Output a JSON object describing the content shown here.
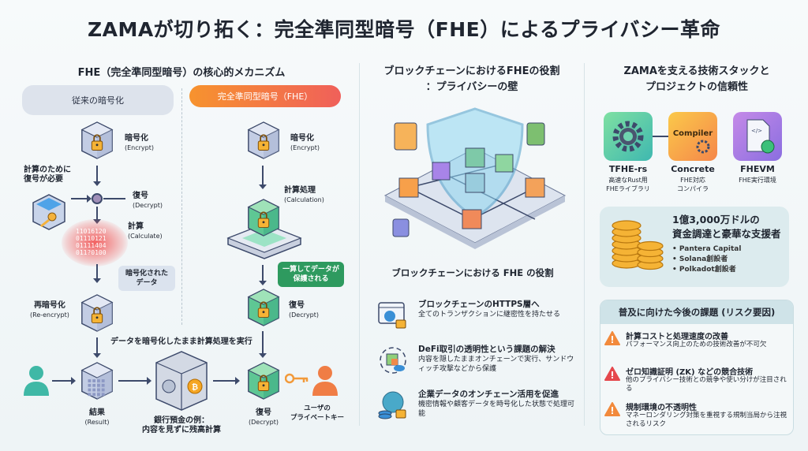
{
  "title": "ZAMAが切り拓く：完全準同型暗号（FHE）によるプライバシー革命",
  "left": {
    "heading": "FHE（完全準同型暗号）の核心的メカニズム",
    "traditional": {
      "pill": "従来の暗号化",
      "encrypt": {
        "ja": "暗号化",
        "en": "(Encrypt)"
      },
      "need_note": [
        "計算のために",
        "復号が必要"
      ],
      "decrypt": {
        "ja": "復号",
        "en": "(Decrypt)"
      },
      "calculate": {
        "ja": "計算",
        "en": "(Calculate)"
      },
      "binary": [
        "11016120",
        "01110121",
        "01111404",
        "011?0100"
      ],
      "bubble": [
        "暗号化された",
        "データ"
      ],
      "reencrypt": {
        "ja": "再暗号化",
        "en": "(Re-encrypt)"
      }
    },
    "fhe": {
      "pill": "完全準同型暗号（FHE）",
      "encrypt": {
        "ja": "暗号化",
        "en": "(Encrypt)"
      },
      "calc": {
        "ja": "計算処理",
        "en": "(Calculation)"
      },
      "bubble": [
        "一算してデータが",
        "保護される"
      ],
      "decrypt": {
        "ja": "復号",
        "en": "(Decrypt)"
      }
    },
    "caption": "データを暗号化したまま計算処理を実行",
    "flow": {
      "result": {
        "ja": "結果",
        "en": "(Result)"
      },
      "bank": [
        "銀行預金の例：",
        "内容を見ずに残高計算"
      ],
      "decrypt": {
        "ja": "復号",
        "en": "(Decrypt)"
      },
      "user_key": [
        "ユーザの",
        "プライベートキー"
      ]
    }
  },
  "middle": {
    "heading": [
      "ブロックチェーンにおけるFHEの役割",
      "：プライバシーの壁"
    ],
    "subheading": "ブロックチェーンにおける FHE の役割",
    "items": [
      {
        "icon": "browser-globe-lock-icon",
        "title": "ブロックチェーンのHTTPS層へ",
        "desc": "全てのトランザクションに継密性を持たせる"
      },
      {
        "icon": "cycle-cube-eye-icon",
        "title": "DeFi取引の透明性という課題の解決",
        "desc": "内容を隠したままオンチェーンで実行、サンドウィッチ攻撃などから保護"
      },
      {
        "icon": "globe-database-lock-icon",
        "title": "企業データのオンチェーン活用を促進",
        "desc": "機密情報や顧客データを時号化した状態で処理可能"
      }
    ]
  },
  "right": {
    "heading": [
      "ZAMAを支える技術スタックと",
      "プロジェクトの信頼性"
    ],
    "stack": [
      {
        "name": "TFHE-rs",
        "desc": [
          "高速なRust用",
          "FHEライブラリ"
        ],
        "color": "#5fcf9c"
      },
      {
        "name": "Concrete",
        "desc": [
          "FHE対応",
          "コンパイラ"
        ],
        "icon_text": "Compiler",
        "color": "#f8a94a"
      },
      {
        "name": "FHEVM",
        "desc": [
          "FHE実行環境"
        ],
        "color": "#a777e0"
      }
    ],
    "funding": {
      "title": [
        "1億3,000万ドルの",
        "資金調達と豪華な支援者"
      ],
      "backers": [
        "• Pantera Capital",
        "• Solana創設者",
        "• Polkadot創設者"
      ]
    },
    "risks": {
      "heading": "普及に向けた今後の課題 (リスク要因)",
      "items": [
        {
          "title": "計算コストと処理速度の改善",
          "desc": "パフォーマンス向上のための技術改善が不可欠",
          "color": "#f28a3c"
        },
        {
          "title": "ゼロ知識証明 (ZK) などの競合技術",
          "desc": "他のプライバシー技術との競争や使い分けが注目される",
          "color": "#e5484d"
        },
        {
          "title": "規制環境の不透明性",
          "desc": "マネーロンダリング対策を重視する規制当局から注視されるリスク",
          "color": "#f28a3c"
        }
      ]
    }
  }
}
